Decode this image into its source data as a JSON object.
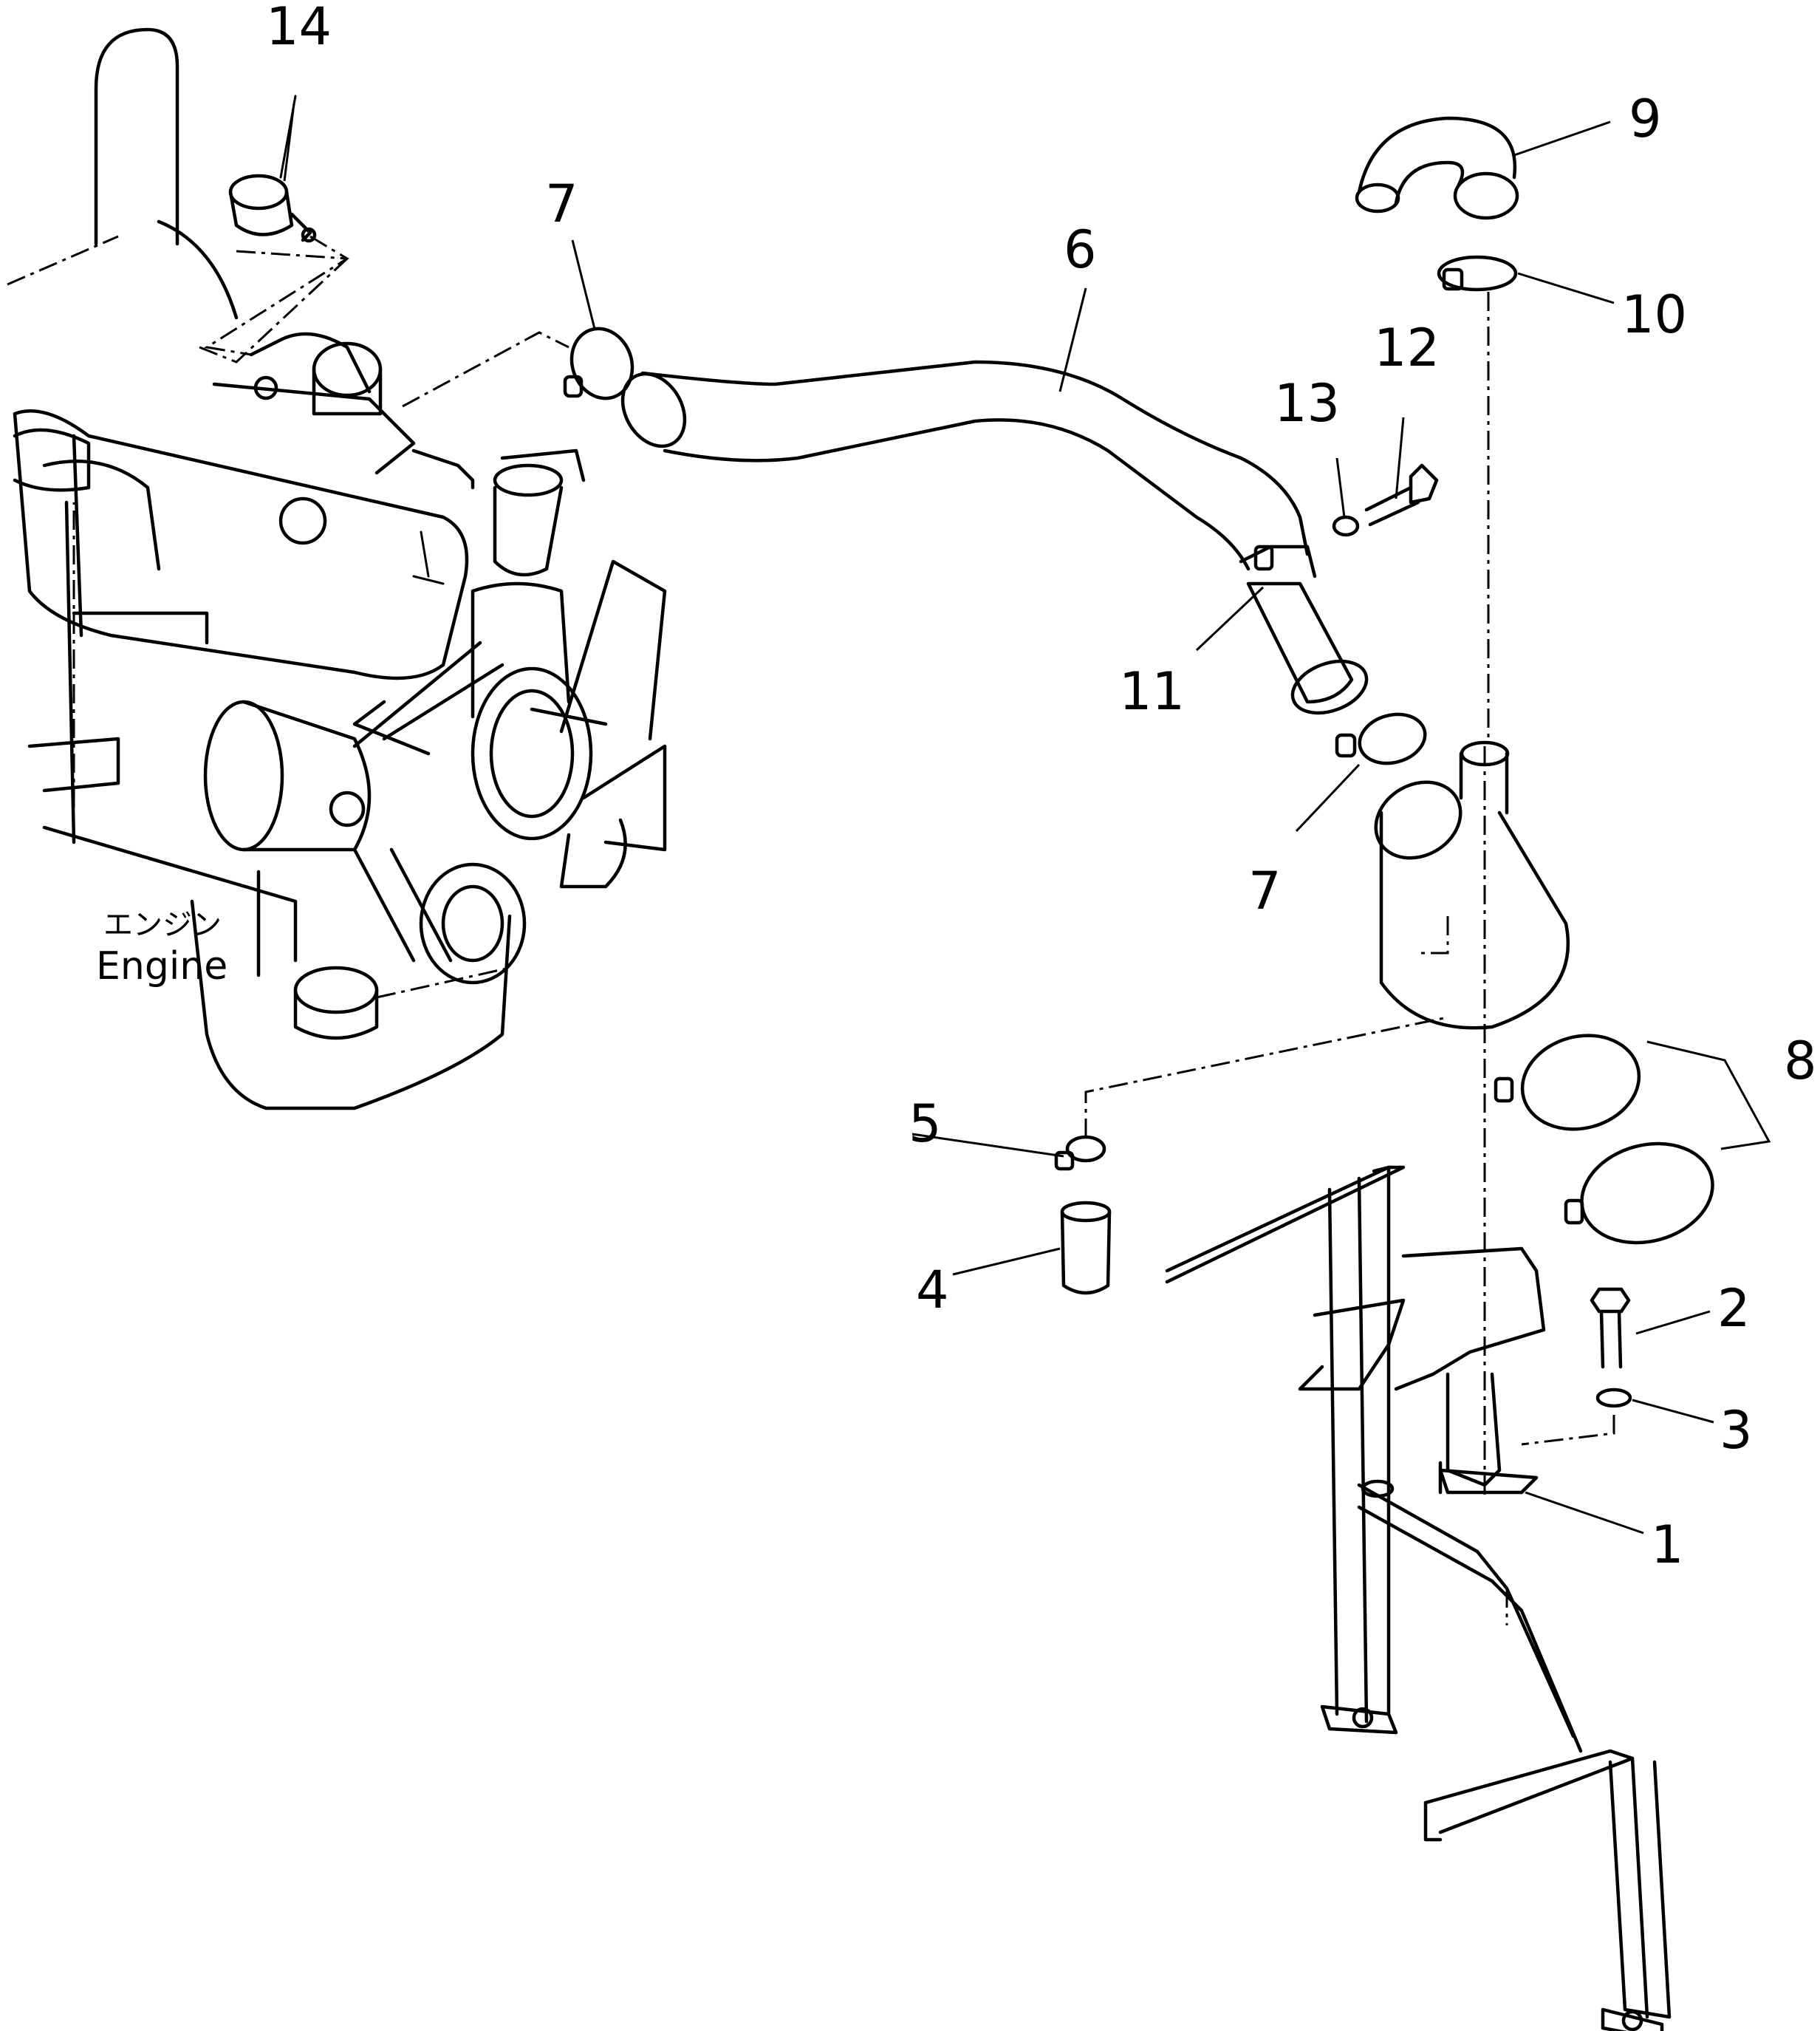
{
  "engine_label": {
    "jp": "エンジン",
    "en": "Engine"
  },
  "callouts": [
    {
      "id": "c14",
      "text": "14"
    },
    {
      "id": "c7a",
      "text": "7"
    },
    {
      "id": "c6",
      "text": "6"
    },
    {
      "id": "c9",
      "text": "9"
    },
    {
      "id": "c10",
      "text": "10"
    },
    {
      "id": "c12",
      "text": "12"
    },
    {
      "id": "c13",
      "text": "13"
    },
    {
      "id": "c11",
      "text": "11"
    },
    {
      "id": "c7b",
      "text": "7"
    },
    {
      "id": "c8",
      "text": "8"
    },
    {
      "id": "c5",
      "text": "5"
    },
    {
      "id": "c4",
      "text": "4"
    },
    {
      "id": "c2",
      "text": "2"
    },
    {
      "id": "c3",
      "text": "3"
    },
    {
      "id": "c1",
      "text": "1"
    }
  ]
}
